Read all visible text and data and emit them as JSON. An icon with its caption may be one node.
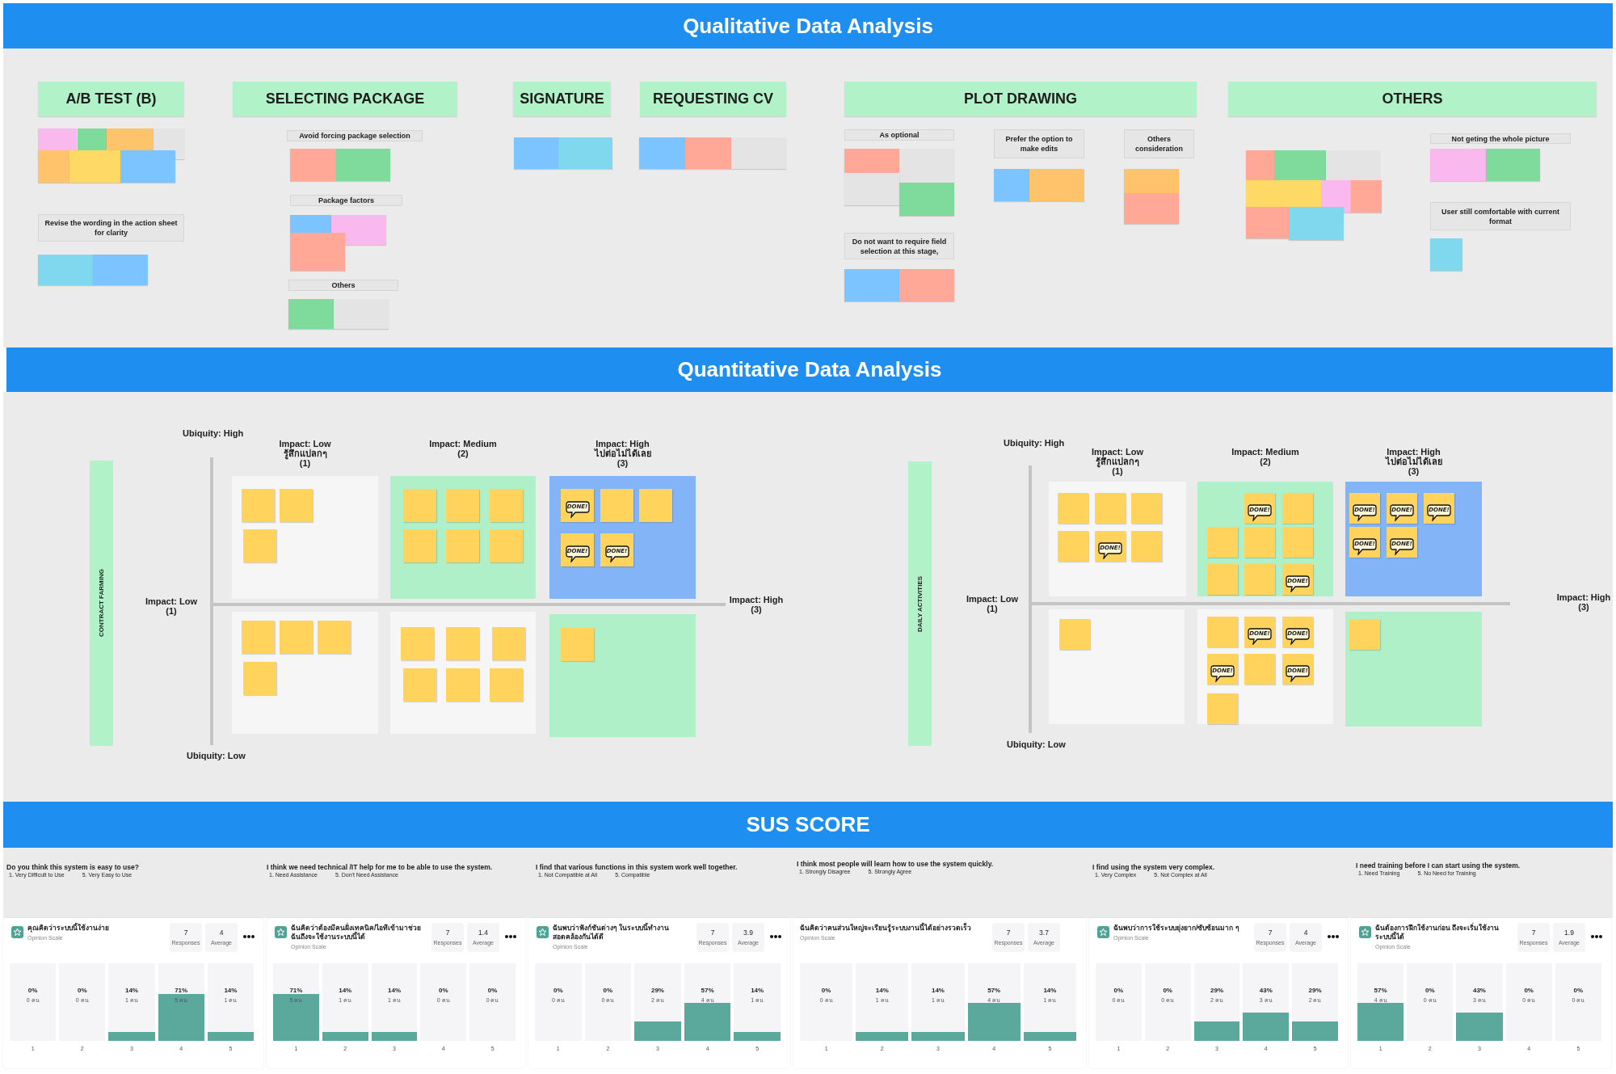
{
  "diagram": {
    "nodes": [
      {
        "text": [
          "Qualitative Data Analysis"
        ]
      },
      {
        "text": [
          "A/B TEST (B)"
        ]
      },
      {
        "text": [
          "SELECTING PACKAGE"
        ]
      },
      {
        "text": [
          "SIGNATURE"
        ]
      },
      {
        "text": [
          "REQUESTING CV"
        ]
      },
      {
        "text": [
          "PLOT DRAWING"
        ]
      },
      {
        "text": [
          "OTHERS"
        ]
      },
      {
        "text": [
          "Revise the wording in the action sheet for clarity"
        ]
      },
      {
        "text": [
          "Avoid forcing package selection"
        ]
      },
      {
        "text": [
          "Package factors"
        ]
      },
      {
        "text": [
          "Others"
        ]
      },
      {
        "text": [
          "As optional"
        ]
      },
      {
        "text": [
          "Prefer the option to make edits"
        ]
      },
      {
        "text": [
          "Others consideration"
        ]
      },
      {
        "text": [
          "Do not want to require field selection at this stage,"
        ]
      },
      {
        "text": [
          "Not geting the whole picture"
        ]
      },
      {
        "text": [
          "User still comfortable with current format"
        ]
      },
      {
        "text": [
          "Quantitative Data Analysis"
        ]
      },
      {
        "text": [
          "CONTRACT FARMING"
        ]
      },
      {
        "text": [],
        "shape": "box",
        "beside": [
          "Impact: Low รู้สึกแปลกๆ (1)"
        ]
      },
      {
        "text": [],
        "shape": "box",
        "beside": [
          "Impact: Medium (2)"
        ]
      },
      {
        "text": [],
        "shape": "box",
        "beside": [
          "Impact: High ไปต่อไม่ได้เลย (3)"
        ]
      },
      {
        "text": [],
        "shape": "box"
      },
      {
        "text": [],
        "shape": "box"
      },
      {
        "text": [],
        "shape": "box"
      },
      {
        "text": [
          "DAILY ACTIVITIES"
        ]
      },
      {
        "text": [],
        "shape": "box",
        "beside": [
          "Impact: Low รู้สึกแปลกๆ (1)"
        ]
      },
      {
        "text": [],
        "shape": "box",
        "beside": [
          "Impact: Medium (2)"
        ]
      },
      {
        "text": [],
        "shape": "box",
        "beside": [
          "Impact: High ไปต่อไม่ได้เลย (3)"
        ]
      },
      {
        "text": [],
        "shape": "box"
      },
      {
        "text": [],
        "shape": "box"
      },
      {
        "text": [],
        "shape": "box"
      },
      {
        "text": [
          "SUS SCORE"
        ]
      },
      {
        "text": [
          "คุณคิดว่าระบบนี้ใช้งานง่าย",
          "Opinion Scale",
          "7",
          "Responses",
          "4",
          "Average"
        ]
      },
      {
        "text": [
          "0%",
          "0 คน"
        ],
        "beside": [
          "1"
        ],
        "in": 33
      },
      {
        "text": [
          "0%",
          "0 คน"
        ],
        "beside": [
          "2"
        ],
        "in": 33
      },
      {
        "text": [
          "14%",
          "1 คน"
        ],
        "beside": [
          "3"
        ],
        "in": 33
      },
      {
        "text": [
          "71%",
          "5 คน"
        ],
        "beside": [
          "4"
        ],
        "in": 33
      },
      {
        "text": [
          "14%",
          "1 คน"
        ],
        "beside": [
          "5"
        ],
        "in": 33
      },
      {
        "text": [
          "ฉันคิดว่าต้องมีคนฝั่งเทคนิค/ไอทีเข้ามาช่วย ฉันถึงจะใช้งานระบบนี้ได้",
          "Opinion Scale",
          "7",
          "Responses",
          "1.4",
          "Average"
        ]
      },
      {
        "text": [
          "71%",
          "5 คน"
        ],
        "beside": [
          "1"
        ],
        "in": 39
      },
      {
        "text": [
          "14%",
          "1 คน"
        ],
        "beside": [
          "2"
        ],
        "in": 39
      },
      {
        "text": [
          "14%",
          "1 คน"
        ],
        "beside": [
          "3"
        ],
        "in": 39
      },
      {
        "text": [
          "0%",
          "0 คน"
        ],
        "beside": [
          "4"
        ],
        "in": 39
      },
      {
        "text": [
          "0%",
          "0 คน"
        ],
        "beside": [
          "5"
        ],
        "in": 39
      },
      {
        "text": [
          "ฉันพบว่าฟังก์ชันต่างๆ ในระบบนี้ทำงานสอดคล้องกันได้ดี",
          "Opinion Scale",
          "7",
          "Responses",
          "3.9",
          "Average"
        ]
      },
      {
        "text": [
          "0%",
          "0 คน"
        ],
        "beside": [
          "1"
        ],
        "in": 45
      },
      {
        "text": [
          "0%",
          "0 คน"
        ],
        "beside": [
          "2"
        ],
        "in": 45
      },
      {
        "text": [
          "29%",
          "2 คน"
        ],
        "beside": [
          "3"
        ],
        "in": 45
      },
      {
        "text": [
          "57%",
          "4 คน"
        ],
        "beside": [
          "4"
        ],
        "in": 45
      },
      {
        "text": [
          "14%",
          "1 คน"
        ],
        "beside": [
          "5"
        ],
        "in": 45
      },
      {
        "text": [
          "ฉันคิดว่าคนส่วนใหญ่จะเรียนรู้ระบบงานนี้ได้อย่างรวดเร็ว",
          "Opinion Scale",
          "7",
          "Responses",
          "3.7",
          "Average"
        ]
      },
      {
        "text": [
          "0%",
          "0 คน"
        ],
        "beside": [
          "1"
        ],
        "in": 51
      },
      {
        "text": [
          "14%",
          "1 คน"
        ],
        "beside": [
          "2"
        ],
        "in": 51
      },
      {
        "text": [
          "14%",
          "1 คน"
        ],
        "beside": [
          "3"
        ],
        "in": 51
      },
      {
        "text": [
          "57%",
          "4 คน"
        ],
        "beside": [
          "4"
        ],
        "in": 51
      },
      {
        "text": [
          "14%",
          "1 คน"
        ],
        "beside": [
          "5"
        ],
        "in": 51
      },
      {
        "text": [
          "ฉันพบว่าการใช้ระบบยุ่งยาก/ซับซ้อนมาก ๆ",
          "Opinion Scale",
          "7",
          "Responses",
          "4",
          "Average"
        ]
      },
      {
        "text": [
          "0%",
          "0 คน"
        ],
        "beside": [
          "1"
        ],
        "in": 57
      },
      {
        "text": [
          "0%",
          "0 คน"
        ],
        "beside": [
          "2"
        ],
        "in": 57
      },
      {
        "text": [
          "29%",
          "2 คน"
        ],
        "beside": [
          "3"
        ],
        "in": 57
      },
      {
        "text": [
          "43%",
          "3 คน"
        ],
        "beside": [
          "4"
        ],
        "in": 57
      },
      {
        "text": [
          "29%",
          "2 คน"
        ],
        "beside": [
          "5"
        ],
        "in": 57
      },
      {
        "text": [
          "ฉันต้องการฝึกใช้งานก่อน ถึงจะเริ่มใช้งานระบบนี้ได้",
          "Opinion Scale",
          "7",
          "Responses",
          "1.9",
          "Average"
        ]
      },
      {
        "text": [
          "57%",
          "4 คน"
        ],
        "beside": [
          "1"
        ],
        "in": 63
      },
      {
        "text": [
          "0%",
          "0 คน"
        ],
        "beside": [
          "2"
        ],
        "in": 63
      },
      {
        "text": [
          "43%",
          "3 คน"
        ],
        "beside": [
          "3"
        ],
        "in": 63
      },
      {
        "text": [
          "0%",
          "0 คน"
        ],
        "beside": [
          "4"
        ],
        "in": 63
      },
      {
        "text": [
          "0%",
          "0 คน"
        ],
        "beside": [
          "5"
        ],
        "in": 63
      }
    ],
    "labels": [
      "Ubiquity: High",
      "DONE!",
      "DONE!",
      "DONE!",
      "Impact: Low (1)",
      "Impact: High (3)",
      "Ubiquity: Low",
      "Ubiquity: High",
      "DONE!",
      "DONE!",
      "DONE!",
      "DONE!",
      "DONE!",
      "DONE!",
      "DONE!",
      "DONE!",
      "Impact: Low (1)",
      "Impact: High (3)",
      "DONE!",
      "DONE!",
      "DONE!",
      "DONE!",
      "Ubiquity: Low",
      "Do you think this system is easy to use?",
      "1. Very Difficult to Use",
      "5. Very Easy to Use",
      "I think we need technical /IT help for me to be able to use the system.",
      "1. Need Assistance",
      "5. Don't Need Assistance",
      "I find that various functions in this system work well together.",
      "1. Not Compatible at All",
      "5. Compatible",
      "I think most people will learn how to use the system quickly.",
      "1. Strongly Disagree",
      "5. Strongly Agree",
      "I find using the system very complex.",
      "1. Very Complex",
      "5. Not Complex at All",
      "I need training before I can start using the system.",
      "1. Need Training",
      "5. No Need for Training"
    ]
  }
}
